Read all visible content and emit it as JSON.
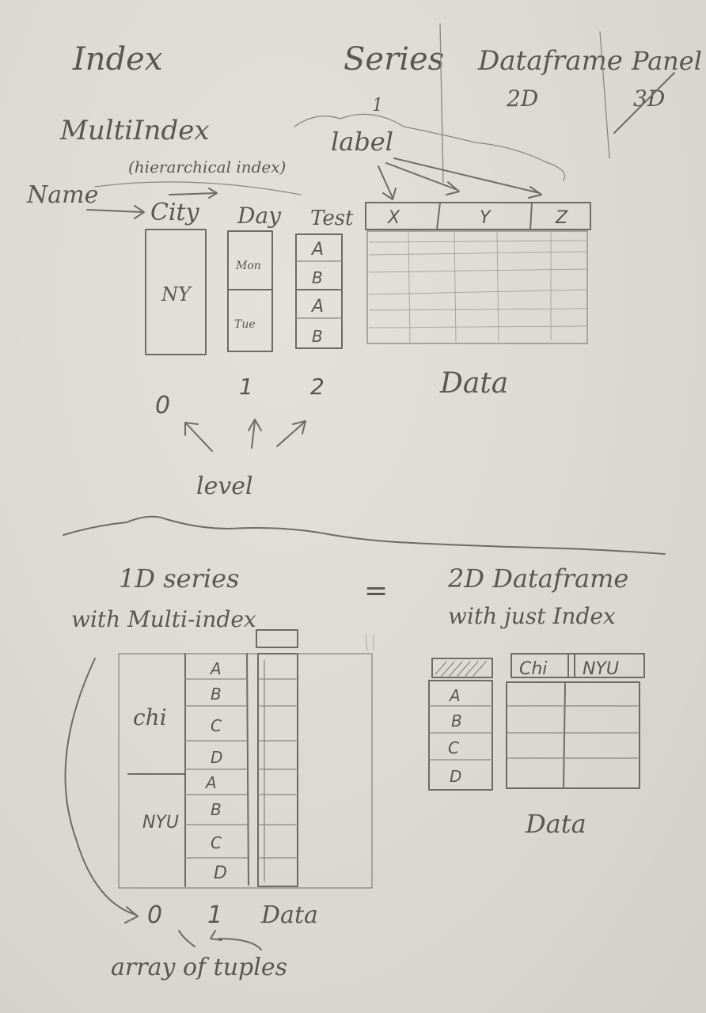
{
  "top": {
    "index": "Index",
    "series": "Series",
    "series_dim": "1",
    "dataframe": "Dataframe",
    "dataframe_dim": "2D",
    "panel": "Panel",
    "panel_dim": "3D",
    "multiindex": "MultiIndex",
    "hierarchical": "(hierarchical index)",
    "name": "Name",
    "label": "label",
    "level_names": [
      "City",
      "Day",
      "Test"
    ],
    "city_value": "NY",
    "day_values": [
      "Mon",
      "Tue"
    ],
    "test_values": [
      "A",
      "B",
      "A",
      "B"
    ],
    "columns": [
      "X",
      "Y",
      "Z"
    ],
    "data": "Data",
    "levels": [
      "0",
      "1",
      "2"
    ],
    "level_word": "level"
  },
  "bottom": {
    "left_title_1": "1D series",
    "left_title_2": "with Multi-index",
    "equals": "=",
    "right_title_1": "2D Dataframe",
    "right_title_2": "with just Index",
    "outer_labels": [
      "chi",
      "NYU"
    ],
    "inner_labels": [
      "A",
      "B",
      "C",
      "D",
      "A",
      "B",
      "C",
      "D"
    ],
    "df_columns": [
      "Chi",
      "NYU"
    ],
    "df_index": [
      "A",
      "B",
      "C",
      "D"
    ],
    "data_right": "Data",
    "axis_levels": [
      "0",
      "1"
    ],
    "data_left": "Data",
    "tuples": "array of tuples"
  }
}
